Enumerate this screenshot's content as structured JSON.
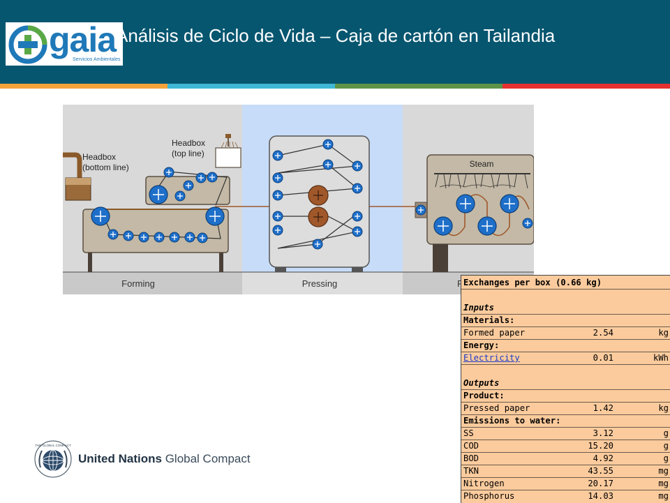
{
  "header": {
    "title": "Análisis de Ciclo de Vida – Caja de cartón en Tailandia",
    "background_color": "#075670",
    "stripe_colors": [
      "#f5a23a",
      "#3fb7d5",
      "#5e9448",
      "#e4312f"
    ]
  },
  "logo": {
    "name": "gaia",
    "tagline": "Servicios Ambientales"
  },
  "diagram": {
    "headbox_bottom_line": [
      "Headbox",
      "(bottom line)"
    ],
    "headbox_top_line": [
      "Headbox",
      "(top line)"
    ],
    "steam_label": "Steam",
    "stage_forming": "Forming",
    "stage_pressing": "Pressing",
    "stage_third_partial": "P"
  },
  "exchanges": {
    "title": "Exchanges per box (0.66 kg)",
    "inputs_heading": "Inputs",
    "materials_heading": "Materials:",
    "formed_paper": {
      "label": "Formed paper",
      "value": "2.54",
      "unit": "kg"
    },
    "energy_heading": "Energy:",
    "electricity": {
      "label": "Electricity",
      "value": "0.01",
      "unit": "kWh"
    },
    "outputs_heading": "Outputs",
    "product_heading": "Product:",
    "pressed_paper": {
      "label": "Pressed paper",
      "value": "1.42",
      "unit": "kg"
    },
    "emissions_heading": "Emissions to water:",
    "emissions": [
      {
        "label": "SS",
        "value": "3.12",
        "unit": "g"
      },
      {
        "label": "COD",
        "value": "15.20",
        "unit": "g"
      },
      {
        "label": "BOD",
        "value": "4.92",
        "unit": "g"
      },
      {
        "label": "TKN",
        "value": "43.55",
        "unit": "mg"
      },
      {
        "label": "Nitrogen",
        "value": "20.17",
        "unit": "mg"
      },
      {
        "label": "Phosphorus",
        "value": "14.03",
        "unit": "mg"
      }
    ]
  },
  "footer": {
    "ungc_bold": "United Nations",
    "ungc_rest": "Global Compact",
    "ungc_ring_text": "THE GLOBAL COMPACT"
  }
}
